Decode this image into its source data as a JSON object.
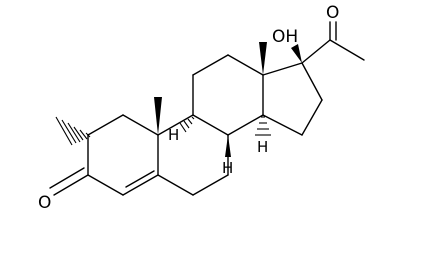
{
  "molecule": {
    "atoms": {
      "ketone_oxygen": "O",
      "acetyl_oxygen": "O",
      "hydroxyl": "OH",
      "h_c8": "H",
      "h_c9": "H",
      "h_c14": "H"
    }
  }
}
